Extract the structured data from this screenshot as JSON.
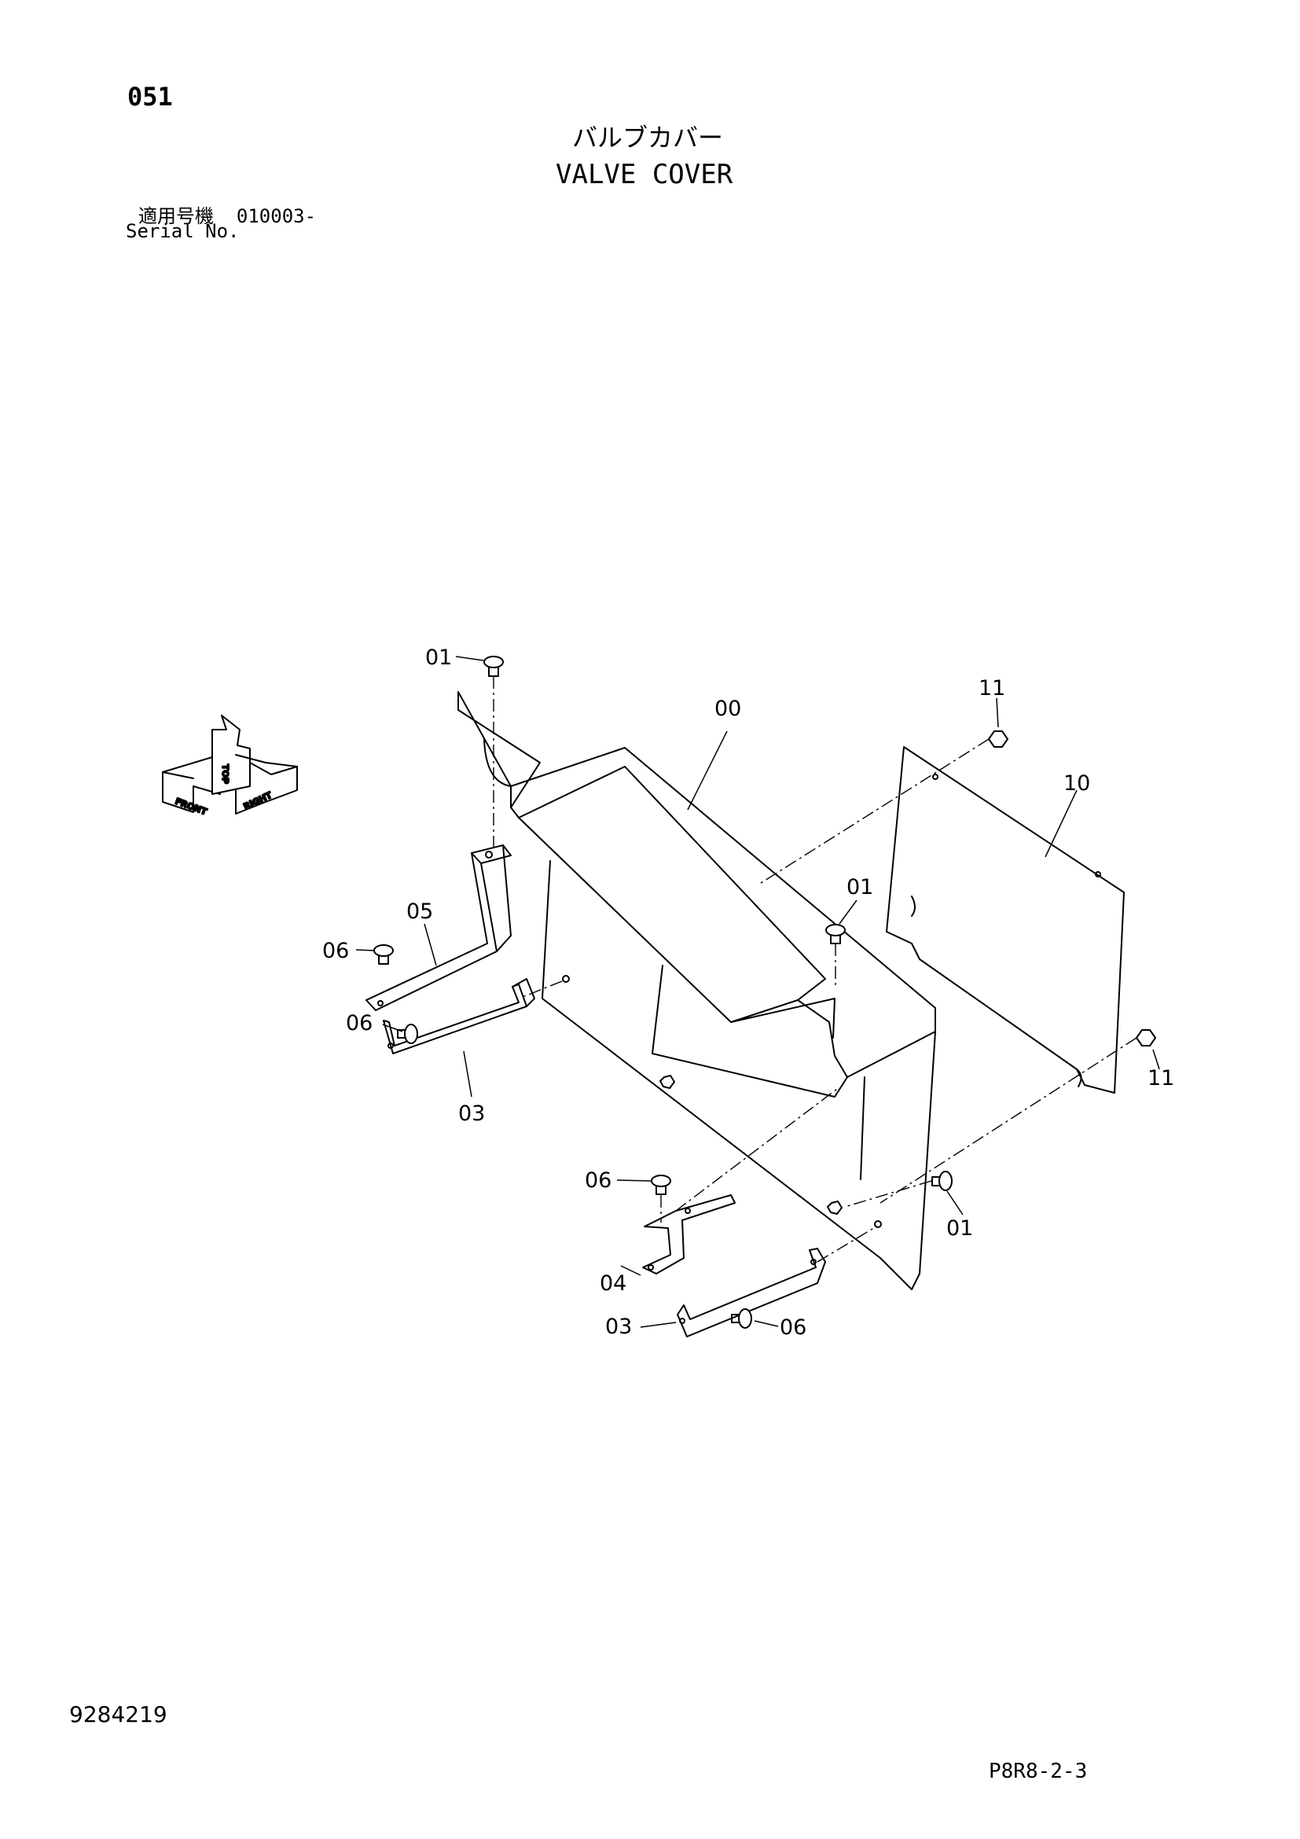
{
  "header": {
    "sheet_code": "051",
    "title_jp": "バルブカバー",
    "title_en": "VALVE COVER",
    "serial_label_jp": "適用号機  010003-",
    "serial_label_en": "Serial No."
  },
  "orientation_indicator": {
    "labels": [
      "FRONT",
      "TOP",
      "RIGHT"
    ]
  },
  "callouts": {
    "c01a": "01",
    "c00": "00",
    "c11a": "11",
    "c10": "10",
    "c01b": "01",
    "c05": "05",
    "c06a": "06",
    "c06b": "06",
    "c03a": "03",
    "c11b": "11",
    "c06c": "06",
    "c01c": "01",
    "c04": "04",
    "c03b": "03",
    "c06d": "06"
  },
  "footer": {
    "doc_number": "9284219",
    "page_ref": "P8R8-2-3"
  }
}
